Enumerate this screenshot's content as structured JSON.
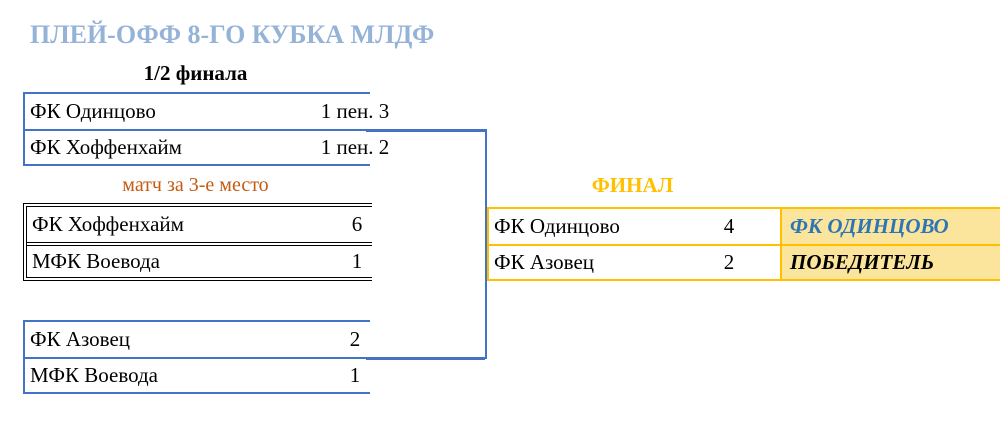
{
  "title": {
    "text": "ПЛЕЙ-ОФФ 8-ГО КУБКА МЛДФ"
  },
  "semifinal": {
    "header": "1/2 финала",
    "match1": {
      "rows": [
        {
          "name": "ФК Одинцово",
          "score": "1 пен. 3"
        },
        {
          "name": "ФК Хоффенхайм",
          "score": "1 пен. 2"
        }
      ]
    },
    "match2": {
      "rows": [
        {
          "name": "ФК Азовец",
          "score": "2"
        },
        {
          "name": "МФК Воевода",
          "score": "1"
        }
      ]
    }
  },
  "third_place": {
    "header": "матч за 3-е место",
    "match": {
      "rows": [
        {
          "name": "ФК Хоффенхайм",
          "score": "6"
        },
        {
          "name": "МФК Воевода",
          "score": "1"
        }
      ]
    }
  },
  "final": {
    "header": "ФИНАЛ",
    "match": {
      "rows": [
        {
          "name": "ФК Одинцово",
          "score": "4"
        },
        {
          "name": "ФК Азовец",
          "score": "2"
        }
      ]
    }
  },
  "winner": {
    "team": "ФК ОДИНЦОВО",
    "label": "ПОБЕДИТЕЛЬ"
  },
  "colors": {
    "title_blue": "#95B3D7",
    "bracket_blue": "#4472C4",
    "third_place_orange": "#C55A11",
    "final_gold": "#FFC000",
    "winner_fill": "#FBE49B",
    "winner_team_blue": "#2E75B6",
    "table_border_black": "#000000"
  }
}
